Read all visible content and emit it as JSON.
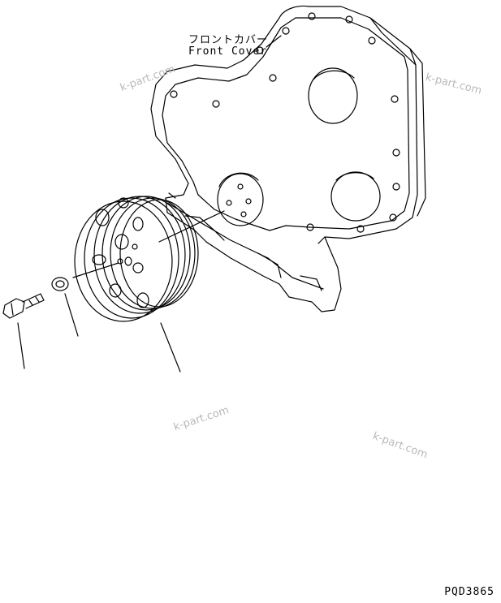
{
  "labels": {
    "front_cover_jp": "フロントカバー",
    "front_cover_en": "Front Cover",
    "drawing_code": "PQD3865"
  },
  "watermarks": [
    "k-part.com",
    "k-part.com",
    "k-part.com",
    "k-part.com"
  ],
  "colors": {
    "line": "#000000",
    "watermark": "#b9b9b9",
    "background": "#ffffff"
  }
}
